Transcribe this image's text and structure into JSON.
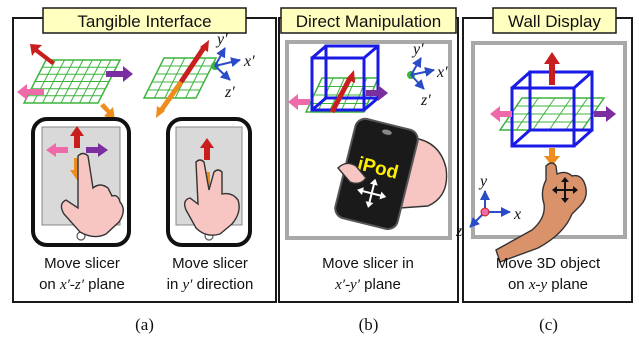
{
  "panels": [
    {
      "title": "Tangible Interface",
      "captions": [
        {
          "line1": "Move slicer",
          "pre": "on ",
          "math": "x′-z′",
          "post": " plane"
        },
        {
          "line1": "Move slicer",
          "pre": "in ",
          "math": "y′",
          "post": " direction"
        }
      ],
      "label": "(a)"
    },
    {
      "title": "Direct Manipulation",
      "device_text": "iPod",
      "captions": [
        {
          "line1": "Move slicer in",
          "pre": "",
          "math": "x′-y′",
          "post": " plane"
        }
      ],
      "label": "(b)"
    },
    {
      "title": "Wall Display",
      "captions": [
        {
          "line1": "Move 3D object",
          "pre": "on ",
          "math": "x-y",
          "post": " plane"
        }
      ],
      "label": "(c)"
    }
  ],
  "axes": {
    "primed": {
      "x": "x′",
      "y": "y′",
      "z": "z′"
    },
    "world": {
      "x": "x",
      "y": "y",
      "z": "z"
    }
  },
  "colors": {
    "panel_border": "#1a1a1a",
    "title_fill": "#ffffc0",
    "grid": "#3cb43c",
    "cube": "#1a1ae6",
    "arrow_red": "#c81e1e",
    "arrow_orange": "#ee8c1e",
    "arrow_purple": "#7a2ea0",
    "arrow_pink": "#ee6aa8",
    "hand": "#f7c6c2",
    "arm": "#d9926a",
    "axis_blue": "#2a4cc8"
  }
}
